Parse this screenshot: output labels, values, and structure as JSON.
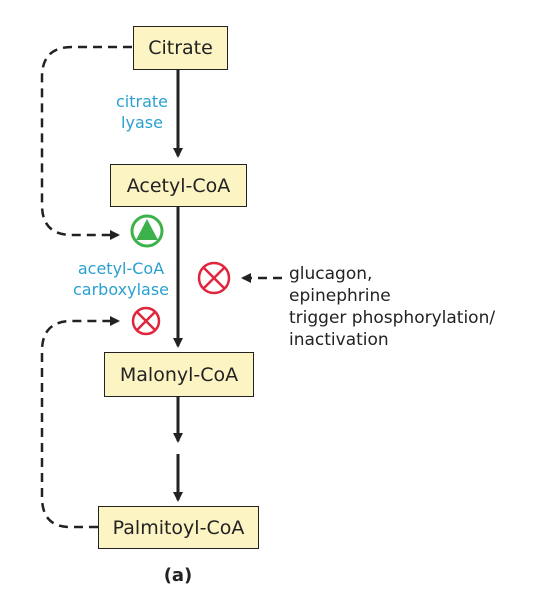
{
  "metabolites": {
    "citrate": "Citrate",
    "acetyl_coa": "Acetyl-CoA",
    "malonyl_coa": "Malonyl-CoA",
    "palmitoyl_coa": "Palmitoyl-CoA"
  },
  "enzymes": {
    "citrate_lyase": [
      "citrate",
      "lyase"
    ],
    "acetyl_coa_carboxylase": [
      "acetyl-CoA",
      "carboxylase"
    ]
  },
  "regulation_note": [
    "glucagon,",
    "epinephrine",
    "trigger phosphorylation/",
    "inactivation"
  ],
  "caption": "(a)",
  "symbols": {
    "activator": "activation-symbol",
    "inhibitor": "inhibition-symbol"
  },
  "colors": {
    "box_fill": "#fdf4c4",
    "enzyme_text": "#2aa0d0",
    "activator": "#3bb34a",
    "inhibitor": "#e0263c"
  }
}
